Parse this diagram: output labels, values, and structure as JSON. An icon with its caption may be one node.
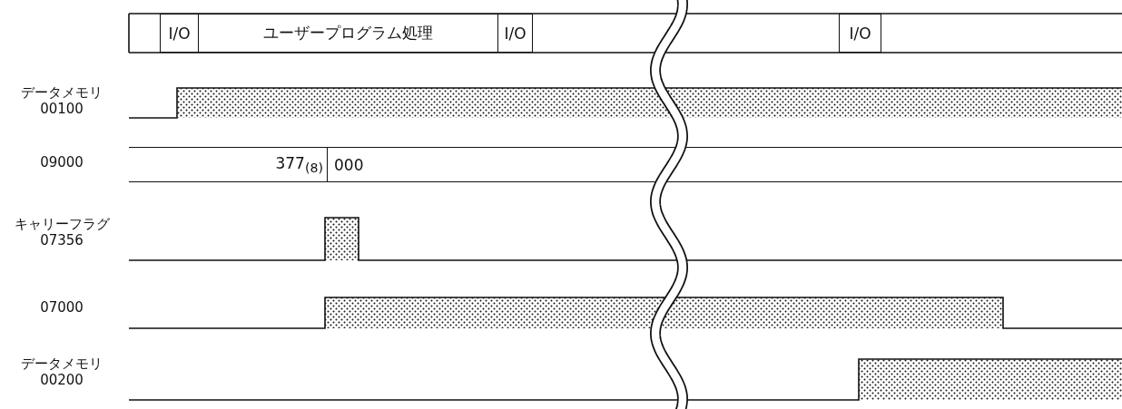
{
  "diagram": {
    "nodes": [
      {
        "text": [
          "I/O"
        ]
      },
      {
        "text": [
          "ユーザープログラム処理"
        ]
      },
      {
        "text": [
          "I/O"
        ]
      },
      {
        "text": [
          "I/O"
        ]
      },
      {
        "text": [
          "377$_{(8)}$"
        ]
      },
      {
        "text": [
          "000"
        ]
      }
    ],
    "labels": [
      "データメモリ 00100",
      "09000",
      "キャリーフラグ 07356",
      "07000",
      "データメモリ 00200"
    ]
  }
}
